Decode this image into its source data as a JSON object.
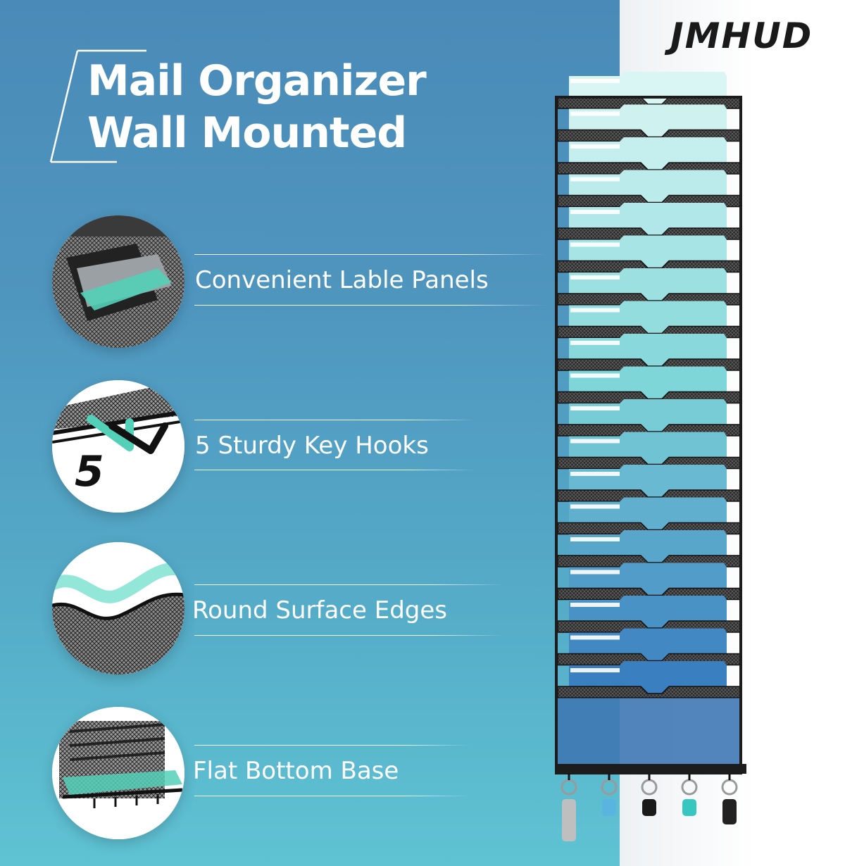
{
  "brand": {
    "logo_text": "JMHUD"
  },
  "headline": {
    "line1": "Mail Organizer",
    "line2": "Wall Mounted"
  },
  "features": [
    {
      "label": "Convenient Lable Panels",
      "icon": "label-panel-icon"
    },
    {
      "label": "5 Sturdy Key Hooks",
      "icon": "key-hook-icon",
      "badge": "5"
    },
    {
      "label": "Round Surface Edges",
      "icon": "round-edge-icon"
    },
    {
      "label": "Flat Bottom Base",
      "icon": "flat-base-icon"
    }
  ],
  "product": {
    "name": "wall-mounted-mail-organizer",
    "tier_count": 19,
    "key_hook_count": 5,
    "frame_color": "#1c1c1c",
    "folder_gradient": [
      "#d9f5f4",
      "#7fd6d9",
      "#3a7fc0"
    ]
  },
  "colors": {
    "panel_top": "#4a8ab8",
    "panel_bottom": "#5fc3d3",
    "accent_teal": "#53d0b8",
    "text": "#ffffff"
  }
}
